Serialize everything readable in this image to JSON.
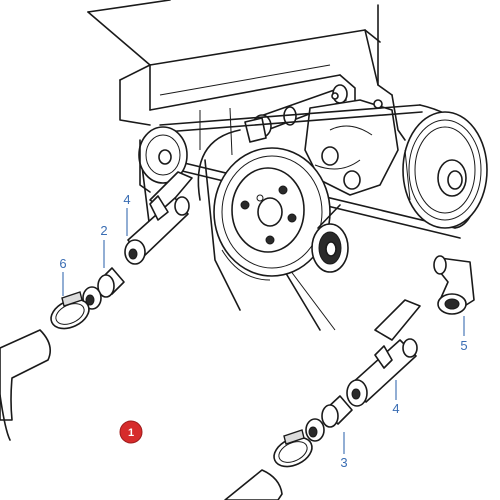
{
  "callouts": [
    {
      "id": "c6",
      "label": "6"
    },
    {
      "id": "c2",
      "label": "2"
    },
    {
      "id": "c4a",
      "label": "4"
    },
    {
      "id": "c5",
      "label": "5"
    },
    {
      "id": "c4b",
      "label": "4"
    },
    {
      "id": "c3",
      "label": "3"
    }
  ],
  "reference_badge": {
    "label": "1",
    "color": "#d62b2b"
  },
  "callout_color": "#3a6db3"
}
